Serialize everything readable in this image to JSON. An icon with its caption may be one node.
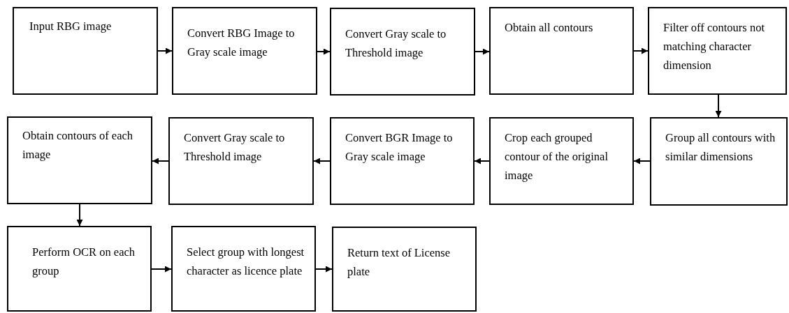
{
  "diagram": {
    "nodes": [
      {
        "text": [
          "Input RBG image"
        ]
      },
      {
        "text": [
          "Convert RBG Image to Gray scale image"
        ]
      },
      {
        "text": [
          "Convert Gray scale to Threshold image"
        ]
      },
      {
        "text": [
          "Obtain all contours"
        ]
      },
      {
        "text": [
          "Filter off contours not matching character dimension"
        ]
      },
      {
        "text": [
          "Group all contours with similar dimensions"
        ]
      },
      {
        "text": [
          "Crop each grouped contour of the original image"
        ]
      },
      {
        "text": [
          "Convert BGR Image to Gray scale image"
        ]
      },
      {
        "text": [
          "Convert Gray scale to Threshold image"
        ]
      },
      {
        "text": [
          "Obtain contours of each image"
        ]
      },
      {
        "text": [
          "Perform OCR on each group"
        ]
      },
      {
        "text": [
          "Select group with longest character as licence plate"
        ]
      },
      {
        "text": [
          "Return text of License plate"
        ]
      }
    ],
    "edges": [
      {
        "from": 0,
        "to": 1,
        "arrow": "to"
      },
      {
        "from": 1,
        "to": 2,
        "arrow": "to"
      },
      {
        "from": 2,
        "to": 3,
        "arrow": "to"
      },
      {
        "from": 3,
        "to": 4,
        "arrow": "to"
      },
      {
        "from": 4,
        "to": 5,
        "arrow": "to"
      },
      {
        "from": 5,
        "to": 6,
        "arrow": "to"
      },
      {
        "from": 6,
        "to": 7,
        "arrow": "to"
      },
      {
        "from": 7,
        "to": 8,
        "arrow": "to"
      },
      {
        "from": 8,
        "to": 9,
        "arrow": "to"
      },
      {
        "from": 9,
        "to": 10,
        "arrow": "to"
      },
      {
        "from": 10,
        "to": 11,
        "arrow": "to"
      },
      {
        "from": 11,
        "to": 12,
        "arrow": "to"
      }
    ]
  }
}
